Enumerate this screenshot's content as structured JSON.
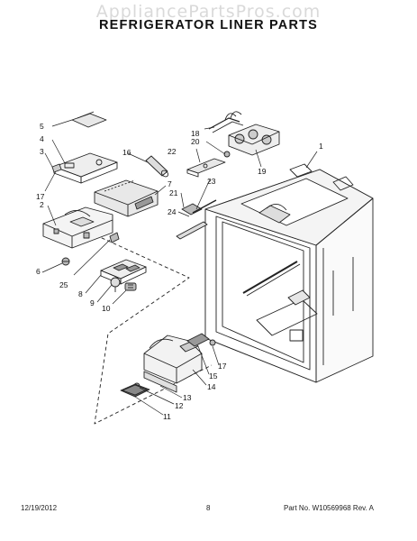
{
  "watermark": "AppliancePartsPros.com",
  "title": "REFRIGERATOR LINER PARTS",
  "footer": {
    "date": "12/19/2012",
    "page": "8",
    "part": "Part No. W10569968  Rev. A"
  },
  "callouts": [
    "1",
    "2",
    "3",
    "4",
    "5",
    "6",
    "7",
    "8",
    "9",
    "10",
    "11",
    "12",
    "13",
    "14",
    "15",
    "16",
    "17",
    "17",
    "18",
    "19",
    "20",
    "21",
    "22",
    "23",
    "24",
    "25"
  ]
}
